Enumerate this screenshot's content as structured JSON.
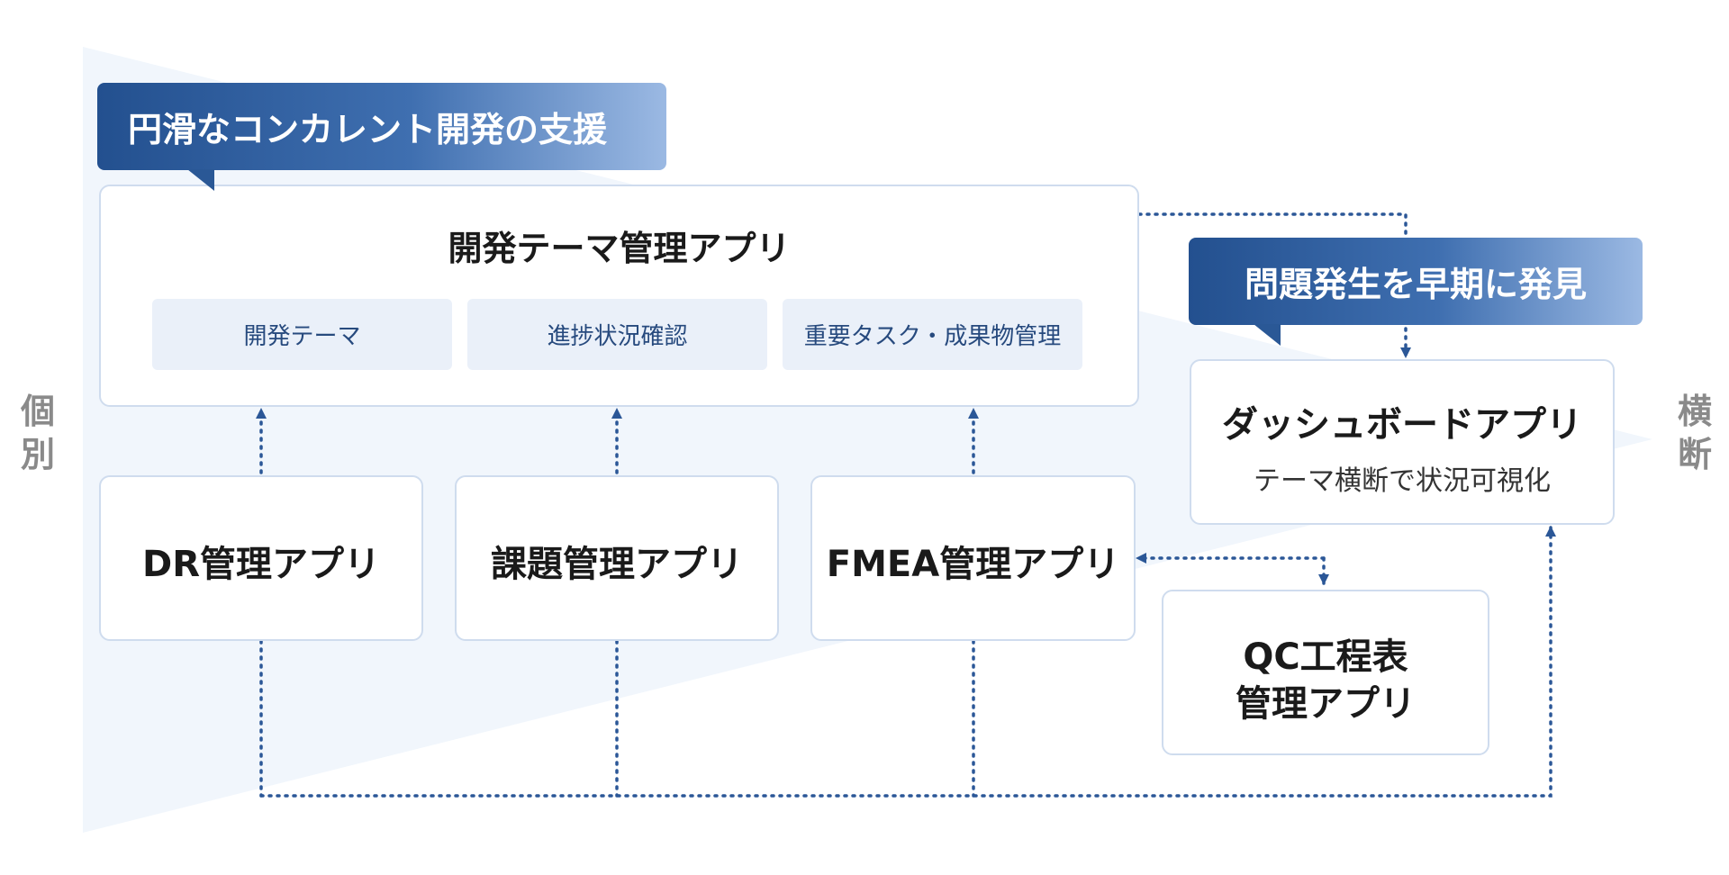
{
  "side_labels": {
    "left_top": "個",
    "left_bottom": "別",
    "right_top": "横",
    "right_bottom": "断"
  },
  "banners": {
    "concurrent": "円滑なコンカレント開発の支援",
    "early_detection": "問題発生を早期に発見"
  },
  "theme_app": {
    "title": "開発テーマ管理アプリ",
    "chips": [
      "開発テーマ",
      "進捗状況確認",
      "重要タスク・成果物管理"
    ]
  },
  "apps": {
    "dr": "DR管理アプリ",
    "issue": "課題管理アプリ",
    "fmea": "FMEA管理アプリ",
    "qc_line1": "QC工程表",
    "qc_line2": "管理アプリ"
  },
  "dashboard": {
    "title": "ダッシュボードアプリ",
    "subtitle": "テーマ横断で状況可視化"
  },
  "colors": {
    "banner_dark": "#23508f",
    "banner_light": "#9bb9e3",
    "connector": "#2b5797",
    "box_border": "#cfdcee",
    "chip_bg": "#eaf0f9",
    "wedge": "#f1f6fc"
  }
}
